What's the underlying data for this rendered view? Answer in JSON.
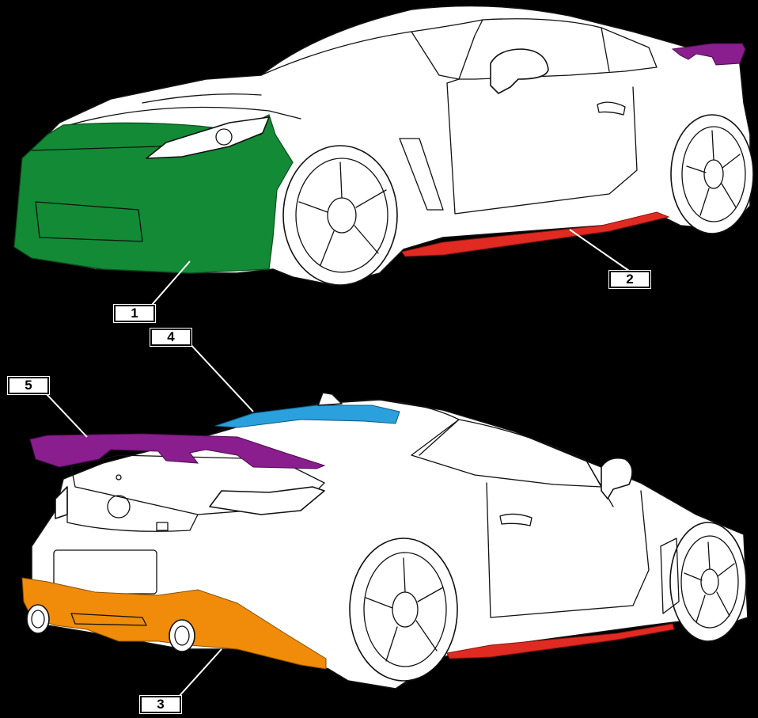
{
  "parts": [
    {
      "label": "1",
      "color": "#138a35"
    },
    {
      "label": "2",
      "color": "#e02a22"
    },
    {
      "label": "3",
      "color": "#f08c0a"
    },
    {
      "label": "4",
      "color": "#2aa0dc"
    },
    {
      "label": "5",
      "color": "#8a1e8e"
    }
  ]
}
